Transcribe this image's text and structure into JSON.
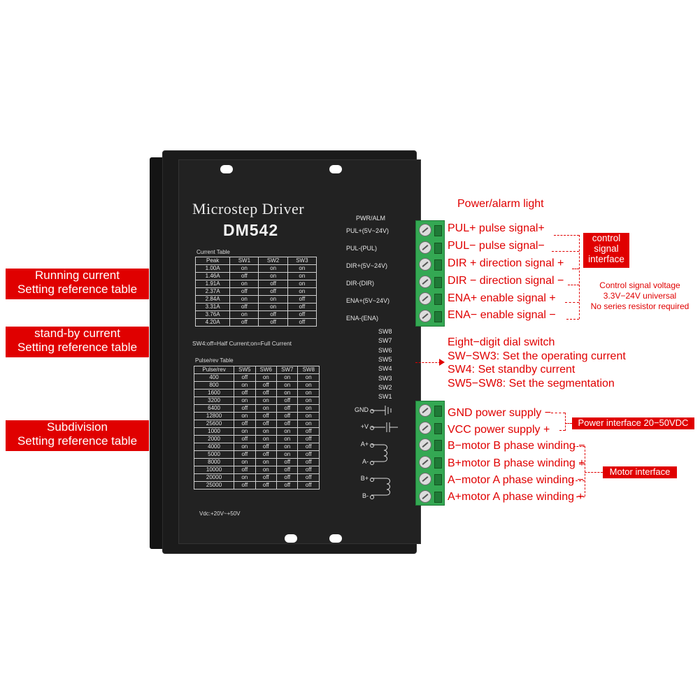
{
  "device": {
    "title": "Microstep Driver",
    "model": "DM542",
    "current_table_title": "Current Table",
    "current_table": {
      "headers": [
        "Peak",
        "SW1",
        "SW2",
        "SW3"
      ],
      "rows": [
        [
          "1.00A",
          "on",
          "on",
          "on"
        ],
        [
          "1.46A",
          "off",
          "on",
          "on"
        ],
        [
          "1.91A",
          "on",
          "off",
          "on"
        ],
        [
          "2.37A",
          "off",
          "off",
          "on"
        ],
        [
          "2.84A",
          "on",
          "on",
          "off"
        ],
        [
          "3.31A",
          "off",
          "on",
          "off"
        ],
        [
          "3.76A",
          "on",
          "off",
          "off"
        ],
        [
          "4.20A",
          "off",
          "off",
          "off"
        ]
      ]
    },
    "sw4_note": "SW4:off=Half Current;on=Full Current",
    "pulse_table_title": "Pulse/rev Table",
    "pulse_table": {
      "headers": [
        "Pulse/rev",
        "SW5",
        "SW6",
        "SW7",
        "SW8"
      ],
      "rows": [
        [
          "400",
          "off",
          "on",
          "on",
          "on"
        ],
        [
          "800",
          "on",
          "off",
          "on",
          "on"
        ],
        [
          "1600",
          "off",
          "off",
          "on",
          "on"
        ],
        [
          "3200",
          "on",
          "on",
          "off",
          "on"
        ],
        [
          "6400",
          "off",
          "on",
          "off",
          "on"
        ],
        [
          "12800",
          "on",
          "off",
          "off",
          "on"
        ],
        [
          "25600",
          "off",
          "off",
          "off",
          "on"
        ],
        [
          "1000",
          "on",
          "on",
          "on",
          "off"
        ],
        [
          "2000",
          "off",
          "on",
          "on",
          "off"
        ],
        [
          "4000",
          "on",
          "off",
          "on",
          "off"
        ],
        [
          "5000",
          "off",
          "off",
          "on",
          "off"
        ],
        [
          "8000",
          "on",
          "on",
          "off",
          "off"
        ],
        [
          "10000",
          "off",
          "on",
          "off",
          "off"
        ],
        [
          "20000",
          "on",
          "off",
          "off",
          "off"
        ],
        [
          "25000",
          "off",
          "off",
          "off",
          "off"
        ]
      ]
    },
    "vdc_note": "Vdc:+20V~+50V",
    "pwr_alm": "PWR/ALM",
    "signal_pins": [
      "PUL+(5V~24V)",
      "PUL-(PUL)",
      "DIR+(5V~24V)",
      "DIR-(DIR)",
      "ENA+(5V~24V)",
      "ENA-(ENA)"
    ],
    "switches": [
      "SW8",
      "SW7",
      "SW6",
      "SW5",
      "SW4",
      "SW3",
      "SW2",
      "SW1"
    ],
    "power_pins": [
      "GND",
      "+V",
      "A+",
      "A-",
      "B+",
      "B-"
    ]
  },
  "annotations": {
    "left_boxes": [
      {
        "line1": "Running current",
        "line2": "Setting reference table"
      },
      {
        "line1": "stand-by current",
        "line2": "Setting reference table"
      },
      {
        "line1": "Subdivision",
        "line2": "Setting reference table"
      }
    ],
    "power_alarm_light": "Power/alarm light",
    "signal_lines": [
      "PUL+ pulse signal+",
      "PUL− pulse signal−",
      "DIR + direction signal +",
      "DIR − direction signal −",
      "ENA+ enable signal +",
      "ENA− enable signal −"
    ],
    "control_tag": {
      "line1": "control",
      "line2": "signal",
      "line3": "interface"
    },
    "control_note": {
      "line1": "Control signal voltage",
      "line2": "3.3V−24V universal",
      "line3": "No series resistor required"
    },
    "dial_lines": [
      "Eight−digit dial switch",
      "SW−SW3: Set the operating current",
      "SW4: Set standby current",
      "SW5−SW8: Set the segmentation"
    ],
    "power_lines": [
      "GND power supply −",
      "VCC power supply +"
    ],
    "power_tag": "Power interface 20−50VDC",
    "motor_lines": [
      "B−motor B phase winding −",
      "B+motor B phase winding +",
      "A−motor A phase winding −",
      "A+motor A phase winding +"
    ],
    "motor_tag": "Motor interface"
  },
  "colors": {
    "accent_red": "#e00000",
    "terminal_green": "#34a853",
    "device_body": "#1b1b1b"
  }
}
